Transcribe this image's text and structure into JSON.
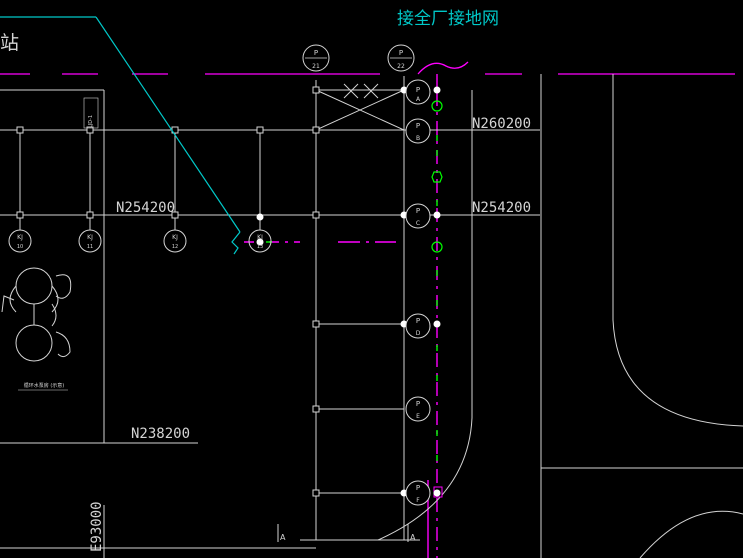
{
  "title_text": "接全厂接地网",
  "partial_station_text": "站",
  "colors": {
    "background": "#000000",
    "line": "#d4d4d4",
    "magenta": "#ff00ff",
    "cyan": "#00c8c8",
    "green": "#00ff00",
    "node": "#ffffff"
  },
  "coordinates": {
    "n260200": "N260200",
    "n254200_left": "N254200",
    "n254200_right": "N254200",
    "n238200": "N238200",
    "e93000": "E93000"
  },
  "top_grid_bubbles": [
    {
      "letter": "P",
      "number": "21"
    },
    {
      "letter": "P",
      "number": "22"
    }
  ],
  "column_bubbles": [
    {
      "letter": "P",
      "sub": "A"
    },
    {
      "letter": "P",
      "sub": "B"
    },
    {
      "letter": "P",
      "sub": "C"
    },
    {
      "letter": "P",
      "sub": "D"
    },
    {
      "letter": "P",
      "sub": "E"
    },
    {
      "letter": "P",
      "sub": "F"
    }
  ],
  "kj_bubbles": [
    {
      "letter": "KJ",
      "number": "10"
    },
    {
      "letter": "KJ",
      "number": "11"
    },
    {
      "letter": "KJ",
      "number": "12"
    },
    {
      "letter": "KJ",
      "number": "13"
    }
  ],
  "small_vertical_label": "LJD-1",
  "equipment_caption": "循环水泵房 (示意)",
  "section_marks": [
    "A",
    "A"
  ]
}
